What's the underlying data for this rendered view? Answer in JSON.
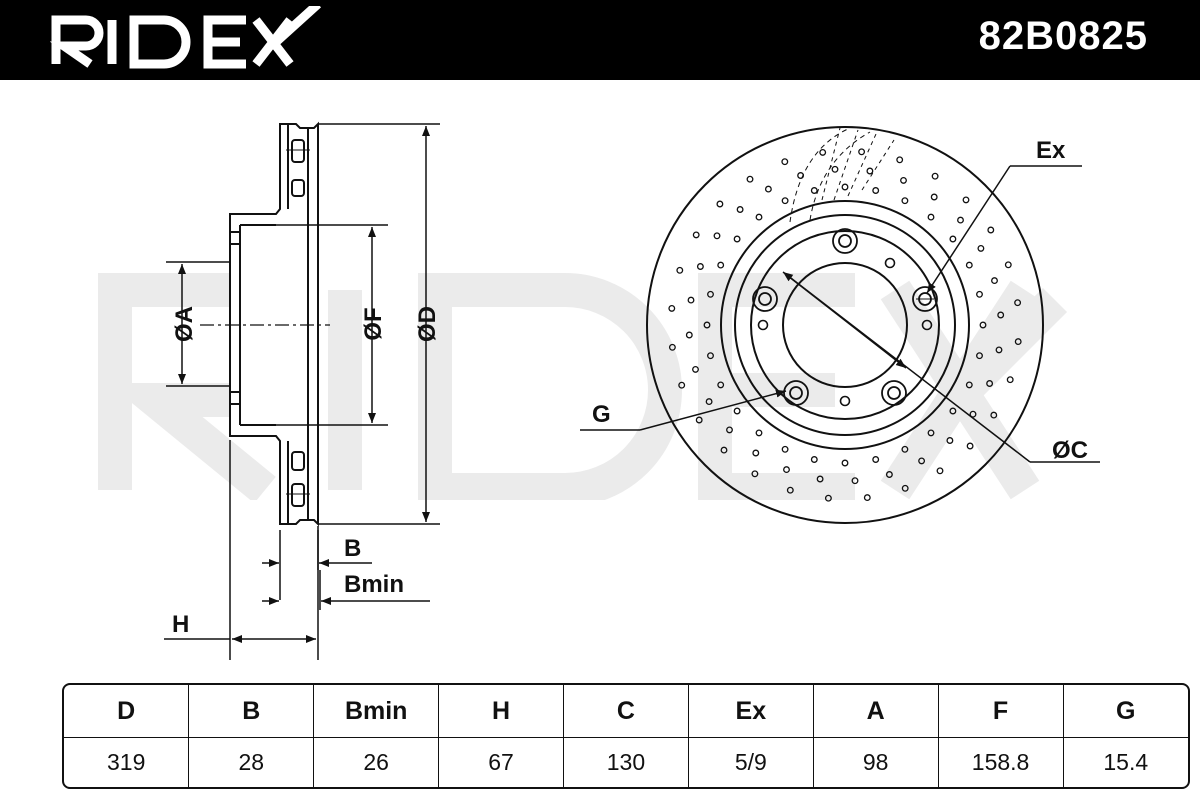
{
  "header": {
    "brand": "RIDEX",
    "part_number": "82B0825"
  },
  "labels": {
    "dia_a": "ØA",
    "dia_f": "ØF",
    "dia_d": "ØD",
    "dia_c": "ØC",
    "b": "B",
    "bmin": "Bmin",
    "h": "H",
    "ex": "Ex",
    "g": "G"
  },
  "table": {
    "headers": [
      "D",
      "B",
      "Bmin",
      "H",
      "C",
      "Ex",
      "A",
      "F",
      "G"
    ],
    "values": [
      "319",
      "28",
      "26",
      "67",
      "130",
      "5/9",
      "98",
      "158.8",
      "15.4"
    ]
  },
  "colors": {
    "header_bg": "#000000",
    "header_text": "#ffffff",
    "watermark": "#ebebeb",
    "line": "#111111"
  }
}
